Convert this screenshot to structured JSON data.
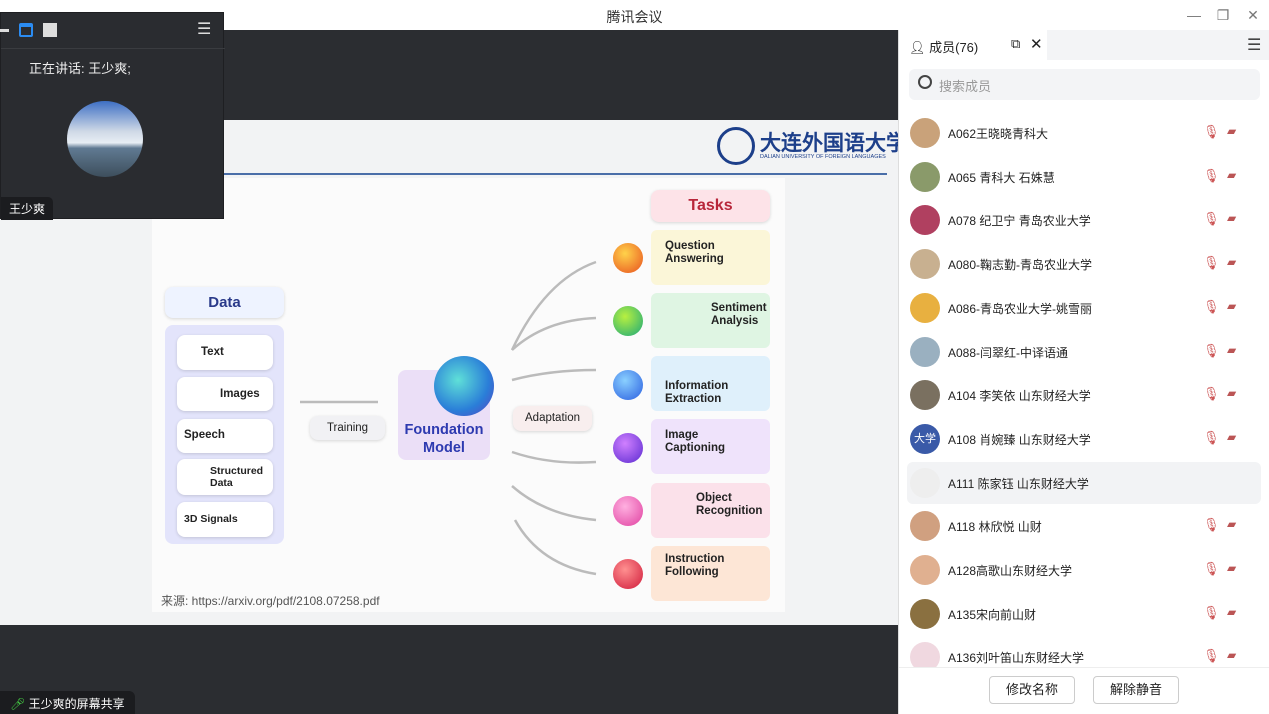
{
  "window": {
    "title": "腾讯会议",
    "minimize": "—",
    "restore": "❐",
    "close": "✕"
  },
  "floating": {
    "speaking": "正在讲话:  王少爽;",
    "name_tag": "王少爽"
  },
  "share_tag": "王少爽的屏幕共享",
  "slide": {
    "logo_cn": "大连外国语大学",
    "logo_en": "DALIAN UNIVERSITY OF FOREIGN LANGUAGES",
    "data_title": "Data",
    "data_items": [
      "Text",
      "Images",
      "Speech",
      "Structured Data",
      "3D Signals"
    ],
    "training": "Training",
    "foundation": "Foundation Model",
    "adaptation": "Adaptation",
    "tasks_title": "Tasks",
    "tasks": [
      "Question Answering",
      "Sentiment Analysis",
      "Information Extraction",
      "Image Captioning",
      "Object Recognition",
      "Instruction Following"
    ],
    "source": "来源:  https://arxiv.org/pdf/2108.07258.pdf"
  },
  "members": {
    "tab": "成员(76)",
    "search_placeholder": "搜索成员",
    "list": [
      "A062王晓晓青科大",
      "A065 青科大 石姝慧",
      "A078 纪卫宁 青岛农业大学",
      "A080-鞠志勤-青岛农业大学",
      "A086-青岛农业大学-姚雪丽",
      "A088-闫翠红-中译语通",
      "A104 李笑依 山东财经大学",
      "A108 肖婉臻 山东财经大学",
      "A111 陈家钰 山东财经大学",
      "A118 林欣悦 山财",
      "A128高歌山东财经大学",
      "A135宋向前山财",
      "A136刘叶笛山东财经大学"
    ],
    "avatar_text_A108": "大学",
    "rename": "修改名称",
    "unmute": "解除静音"
  }
}
